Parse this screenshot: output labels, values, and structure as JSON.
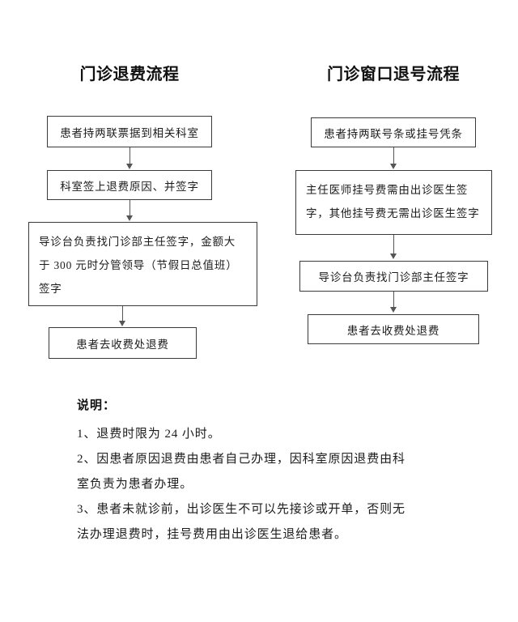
{
  "document": {
    "left_column": {
      "title": "门诊退费流程",
      "steps": [
        {
          "text": "患者持两联票据到相关科室"
        },
        {
          "text": "科室签上退费原因、并签字"
        },
        {
          "text": "导诊台负责找门诊部主任签字，金额大于 300 元时分管领导（节假日总值班）签字"
        },
        {
          "text": "患者去收费处退费"
        }
      ]
    },
    "right_column": {
      "title": "门诊窗口退号流程",
      "steps": [
        {
          "text": "患者持两联号条或挂号凭条"
        },
        {
          "text": "主任医师挂号费需由出诊医生签字，其他挂号费无需出诊医生签字"
        },
        {
          "text": "导诊台负责找门诊部主任签字"
        },
        {
          "text": "患者去收费处退费"
        }
      ]
    },
    "notes": {
      "heading": "说明：",
      "lines": [
        "1、退费时限为 24 小时。",
        "2、因患者原因退费由患者自己办理，因科室原因退费由科",
        "室负责为患者办理。",
        "3、患者未就诊前，出诊医生不可以先接诊或开单，否则无",
        "法办理退费时，挂号费用由出诊医生退给患者。"
      ]
    },
    "colors": {
      "page_background": "#ffffff",
      "box_border": "#3a3a3a",
      "connector": "#555555",
      "text": "#1c1c1c"
    }
  }
}
